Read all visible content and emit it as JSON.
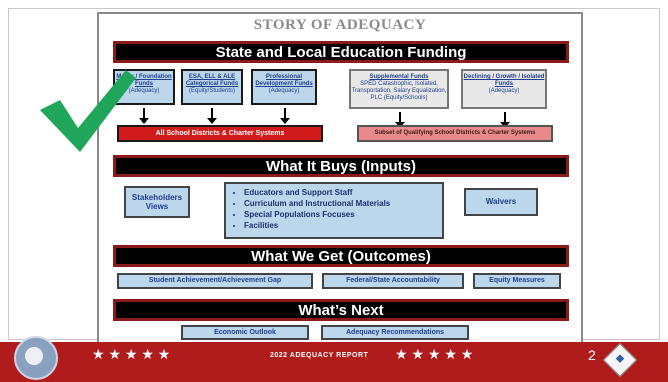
{
  "title": "STORY OF ADEQUACY",
  "bands": {
    "funding": "State and Local Education Funding",
    "buys": "What It Buys (Inputs)",
    "get": "What We Get (Outcomes)",
    "next": "What’s Next"
  },
  "funding_boxes": [
    {
      "title": "Matrix / Foundation Funds",
      "sub": "(Adequacy)"
    },
    {
      "title": "ESA, ELL & ALE Categorical Funds",
      "sub": "(Equity/Students)"
    },
    {
      "title": "Professional Development Funds",
      "sub": "(Adequacy)"
    },
    {
      "title": "Supplemental Funds",
      "sub": "SPED Catastrophic, Isolated, Transportation, Salary Equalization, PLC (Equity/Schools)"
    },
    {
      "title": "Declining / Growth / Isolated Funds",
      "sub": "(Adequacy)"
    }
  ],
  "red_bars": {
    "left": "All School Districts & Charter Systems",
    "right": "Subset of Qualifying School Districts & Charter Systems"
  },
  "inputs": {
    "stakeholders": "Stakeholders Views",
    "list": [
      "Educators and Support Staff",
      "Curriculum and Instructional Materials",
      "Special Populations Focuses",
      "Facilities"
    ],
    "waivers": "Waivers"
  },
  "outcomes": [
    "Student Achievement/Achievement Gap",
    "Federal/State Accountability",
    "Equity Measures"
  ],
  "next_items": [
    "Economic Outlook",
    "Adequacy Recommendations"
  ],
  "footer": {
    "report": "2022 ADEQUACY REPORT",
    "page": "2",
    "stars": "★ ★ ★ ★ ★"
  },
  "colors": {
    "band_border": "#8b1a1a",
    "blue_box": "#bcd6ec",
    "red_bar": "#d11a1a",
    "check": "#1fa65a",
    "footer_bar": "#b01c1c"
  }
}
